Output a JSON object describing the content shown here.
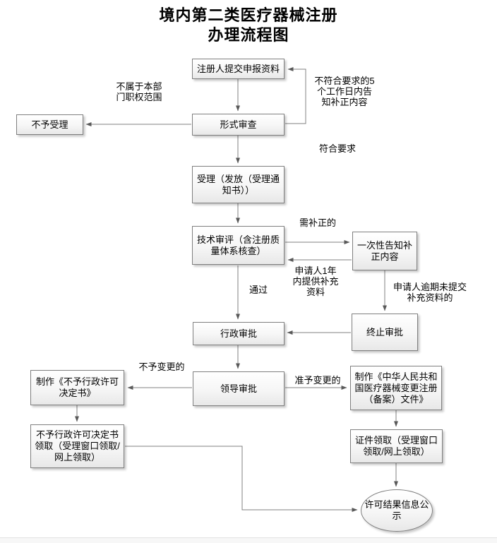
{
  "title": {
    "line1": "境内第二类医疗器械注册",
    "line2": "办理流程图"
  },
  "nodes": {
    "submit": "注册人提交申报资料",
    "formal_review": "形式审查",
    "reject": "不予受理",
    "accept": "受理（发放（受理通知书））",
    "tech_review": "技术审评（含注册质量体系核查）",
    "one_time_notice": "一次性告知补正内容",
    "admin_approval": "行政审批",
    "terminate": "终止审批",
    "leader_approval": "领导审批",
    "make_denial_doc": "制作《不予行政许可决定书》",
    "make_change_doc": "制作《中华人民共和国医疗器械变更注册（备案）文件》",
    "denial_pickup": "不予行政许可决定书领取（受理窗口领取/网上领取）",
    "cert_pickup": "证件领取（受理窗口领取/网上领取）",
    "publicity": "许可结果信息公示"
  },
  "edge_labels": {
    "not_jurisdiction": "不属于本部\n门职权范围",
    "not_meet_requirements": "不符合要求的5\n个工作日内告\n知补正内容",
    "meet_requirements": "符合要求",
    "need_correction": "需补正的",
    "supplement_one_year": "申请人1年\n内提供补充\n资料",
    "pass": "通过",
    "overdue_no_supplement": "申请人逾期未提交\n补充资料的",
    "no_change": "不予变更的",
    "grant_change": "准予变更的"
  },
  "colors": {
    "line": "#808080",
    "arrowhead": "#595959",
    "box_border": "#7f7f7f",
    "box_fill_top": "#ffffff",
    "box_fill_bottom": "#e8e8e8",
    "text": "#000000"
  }
}
